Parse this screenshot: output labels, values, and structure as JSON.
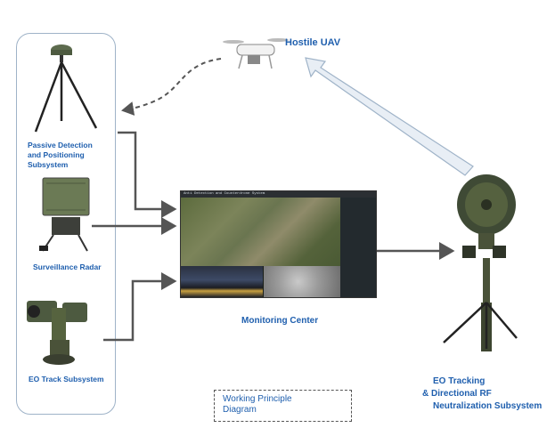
{
  "labels": {
    "hostile_uav": "Hostile UAV",
    "passive_detection": [
      "Passive Detection",
      "and Positioning",
      "Subsystem"
    ],
    "surveillance_radar": "Surveillance Radar",
    "eo_track": "EO Track Subsystem",
    "monitoring_center": "Monitoring Center",
    "eo_tracking": [
      "EO Tracking",
      "& Directional RF",
      "Neutralization Subsystem"
    ],
    "working_principle": [
      "Working Principle",
      "Diagram"
    ]
  },
  "monitor_screen": {
    "title_text": "Anti Detection and Counterdrone System"
  },
  "colors": {
    "label_blue": "#1f5fae",
    "arrow_gray": "#555555",
    "panel_border": "#9fb3c8",
    "uav_arrow_fill": "#e8eef5",
    "uav_arrow_stroke": "#9fb3c8"
  },
  "icons": [
    "drone-image",
    "tripod-antenna-image",
    "radar-image",
    "eo-camera-image",
    "jammer-dish-image"
  ]
}
